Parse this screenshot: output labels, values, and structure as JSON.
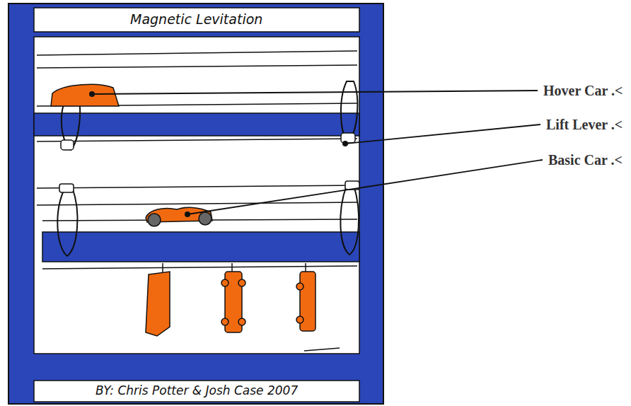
{
  "diagram": {
    "title": "Magnetic Levitation",
    "labels": [
      "Hover Car .<",
      "Lift Lever .<",
      "Basic Car .<",
      "BY: Chris Potter & Josh Case 2007"
    ]
  }
}
